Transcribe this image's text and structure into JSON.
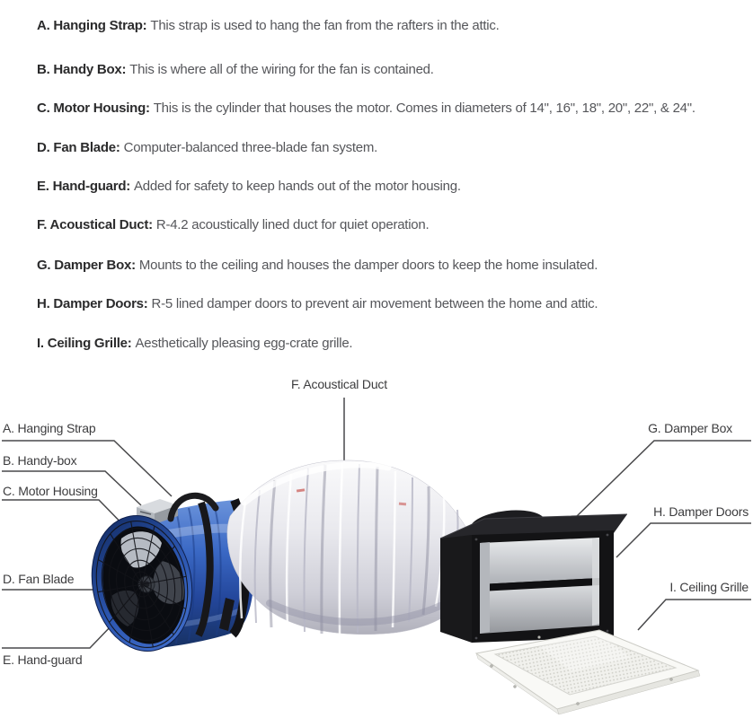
{
  "parts_list": [
    {
      "label": "A. Hanging Strap:",
      "description": "This strap is used to hang the fan from the rafters in the attic."
    },
    {
      "label": "B. Handy Box:",
      "description": "This is where all of the wiring for the fan is contained."
    },
    {
      "label": "C. Motor Housing:",
      "description": "This is the cylinder that houses the motor. Comes in diameters of 14\", 16\", 18\", 20\", 22\", & 24\"."
    },
    {
      "label": "D. Fan Blade:",
      "description": "Computer-balanced three-blade fan system."
    },
    {
      "label": "E. Hand-guard:",
      "description": "Added for safety to keep hands out of the motor housing."
    },
    {
      "label": "F. Acoustical Duct:",
      "description": "R-4.2 acoustically lined duct for quiet operation."
    },
    {
      "label": "G. Damper Box:",
      "description": "Mounts to the ceiling and houses the damper doors to keep the home insulated."
    },
    {
      "label": "H. Damper Doors:",
      "description": "R-5 lined damper doors to prevent air movement between the home and attic."
    },
    {
      "label": "I. Ceiling Grille:",
      "description": "Aesthetically pleasing egg-crate grille."
    }
  ],
  "diagram": {
    "labels": {
      "hanging_strap": "A. Hanging Strap",
      "handy_box": "B. Handy-box",
      "motor_housing": "C. Motor Housing",
      "fan_blade": "D. Fan Blade",
      "hand_guard": "E. Hand-guard",
      "acoustical_duct": "F. Acoustical Duct",
      "damper_box": "G. Damper Box",
      "damper_doors": "H. Damper Doors",
      "ceiling_grille": "I. Ceiling Grille"
    }
  },
  "colors": {
    "fan_housing_blue": "#2f5cb8",
    "duct_silver": "#e4e4ea",
    "damper_box_black": "#161618",
    "grille_white": "#f7f7f4",
    "leader_line": "#49494b",
    "label_text": "#3c3c3e",
    "body_text": "#55565a",
    "bold_text": "#2b2b2c"
  }
}
